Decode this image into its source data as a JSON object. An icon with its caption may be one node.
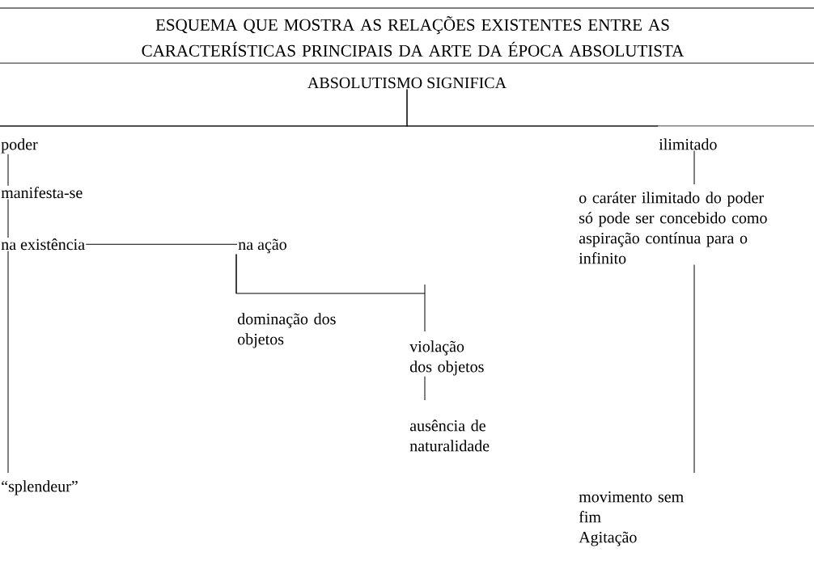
{
  "diagram": {
    "title": "ESQUEMA QUE MOSTRA AS RELAÇÕES EXISTENTES ENTRE AS CARACTERÍSTICAS PRINCIPAIS DA ARTE DA ÉPOCA ABSOLUTISTA",
    "nodes": [
      {
        "text": [
          "ABSOLUTISMO SIGNIFICA"
        ]
      },
      {
        "text": [
          "poder"
        ]
      },
      {
        "text": [
          "ilimitado"
        ]
      },
      {
        "text": [
          "manifesta-se"
        ]
      },
      {
        "text": [
          "o caráter ilimitado do poder só pode ser concebido como aspiração contínua para o infinito"
        ]
      },
      {
        "text": [
          "na existência"
        ]
      },
      {
        "text": [
          "na ação"
        ]
      },
      {
        "text": [
          "dominação dos objetos"
        ]
      },
      {
        "text": [
          "violação dos objetos"
        ]
      },
      {
        "text": [
          "ausência de naturalidade"
        ]
      },
      {
        "text": [
          "“splendeur”"
        ]
      },
      {
        "text": [
          "movimento sem fim",
          "Agitação"
        ]
      }
    ],
    "edges": [
      {
        "from": 0,
        "to": 1,
        "arrow": "none"
      },
      {
        "from": 0,
        "to": 2,
        "arrow": "none"
      },
      {
        "from": 1,
        "to": 3,
        "arrow": "none"
      },
      {
        "from": 3,
        "to": 5,
        "arrow": "none"
      },
      {
        "from": 5,
        "to": 6,
        "arrow": "none"
      },
      {
        "from": 5,
        "to": 10,
        "arrow": "none"
      },
      {
        "from": 6,
        "to": 7,
        "arrow": "none"
      },
      {
        "from": 6,
        "to": 8,
        "arrow": "none"
      },
      {
        "from": 8,
        "to": 9,
        "arrow": "none"
      },
      {
        "from": 2,
        "to": 4,
        "arrow": "none"
      },
      {
        "from": 4,
        "to": 11,
        "arrow": "none"
      }
    ]
  }
}
